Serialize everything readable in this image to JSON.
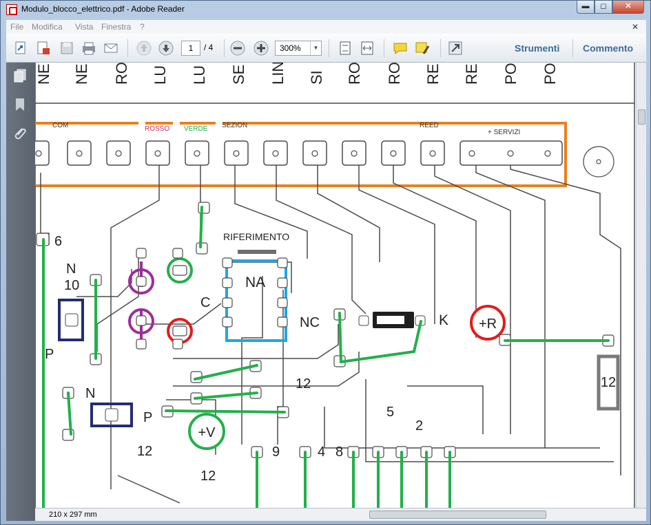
{
  "window": {
    "title": "Modulo_blocco_elettrico.pdf - Adobe Reader",
    "min_label": "▬",
    "max_label": "◻",
    "close_label": "✕"
  },
  "menu": {
    "items": [
      "File",
      "Modifica",
      "Vista",
      "Finestra",
      "?"
    ],
    "close_label": "✕"
  },
  "toolbar": {
    "page_value": "1",
    "page_total": "/ 4",
    "zoom_value": "300%",
    "tools_label": "Strumenti",
    "comment_label": "Commento"
  },
  "status": {
    "page_size": "210 x 297 mm"
  },
  "colors": {
    "trace": "#4a4a4a",
    "header_bar": "#e8801e",
    "wire_green": "#22b04a",
    "relay_blue": "#1fa6e3",
    "magenta": "#9b2d9b",
    "red": "#e31c1c",
    "navy": "#262a78",
    "gray": "#7a7a7a"
  },
  "pcb": {
    "top_labels": [
      "NE",
      "NE",
      "RO",
      "LU",
      "LU",
      "SE",
      "LIN",
      "SI",
      "RO",
      "RO",
      "RE",
      "RE",
      "PO",
      "PO"
    ],
    "header_labels": {
      "com": "COM",
      "rosso": "ROSSO",
      "verde": "VERDE",
      "sezion": "SEZION",
      "reed": "REED",
      "servizi": "+ SERVIZI"
    },
    "riferimento": "RIFERIMENTO",
    "relay": {
      "na": "NA",
      "nc": "NC",
      "c": "C"
    },
    "labels": {
      "n6": "6",
      "n_top": "N",
      "n10": "10",
      "p_left": "P",
      "n_bottom": "N",
      "p_bottom": "P",
      "l12_a": "12",
      "l12_b": "12",
      "l12_c": "12",
      "l12_d": "12",
      "k": "K",
      "plus_r": "+R",
      "plus_v": "+V",
      "l9": "9",
      "l4": "4",
      "l8": "8",
      "l5": "5",
      "l2": "2"
    }
  }
}
